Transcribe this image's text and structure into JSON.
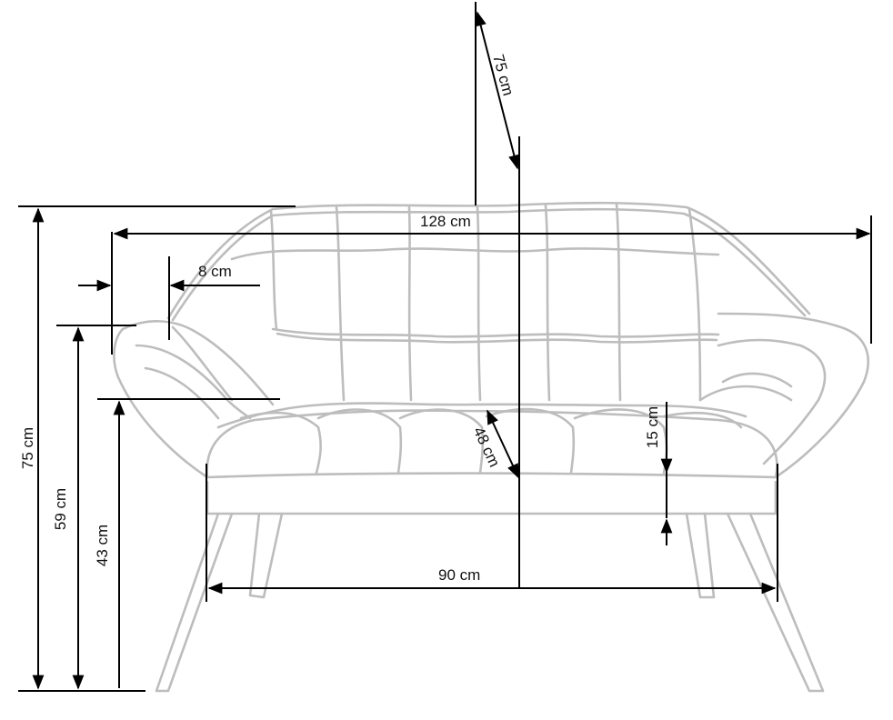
{
  "diagram": {
    "subject": "two-seater sofa technical dimension drawing",
    "colors": {
      "outline": "#bdbdbd",
      "dimension_lines": "#000000",
      "background": "#ffffff"
    },
    "dimensions": {
      "total_height": "75 cm",
      "armrest_height": "59 cm",
      "seat_height": "43 cm",
      "depth": "75 cm",
      "total_width": "128 cm",
      "armrest_width": "8 cm",
      "seat_width": "90 cm",
      "seat_depth": "48 cm",
      "cushion_thickness": "15 cm"
    }
  }
}
